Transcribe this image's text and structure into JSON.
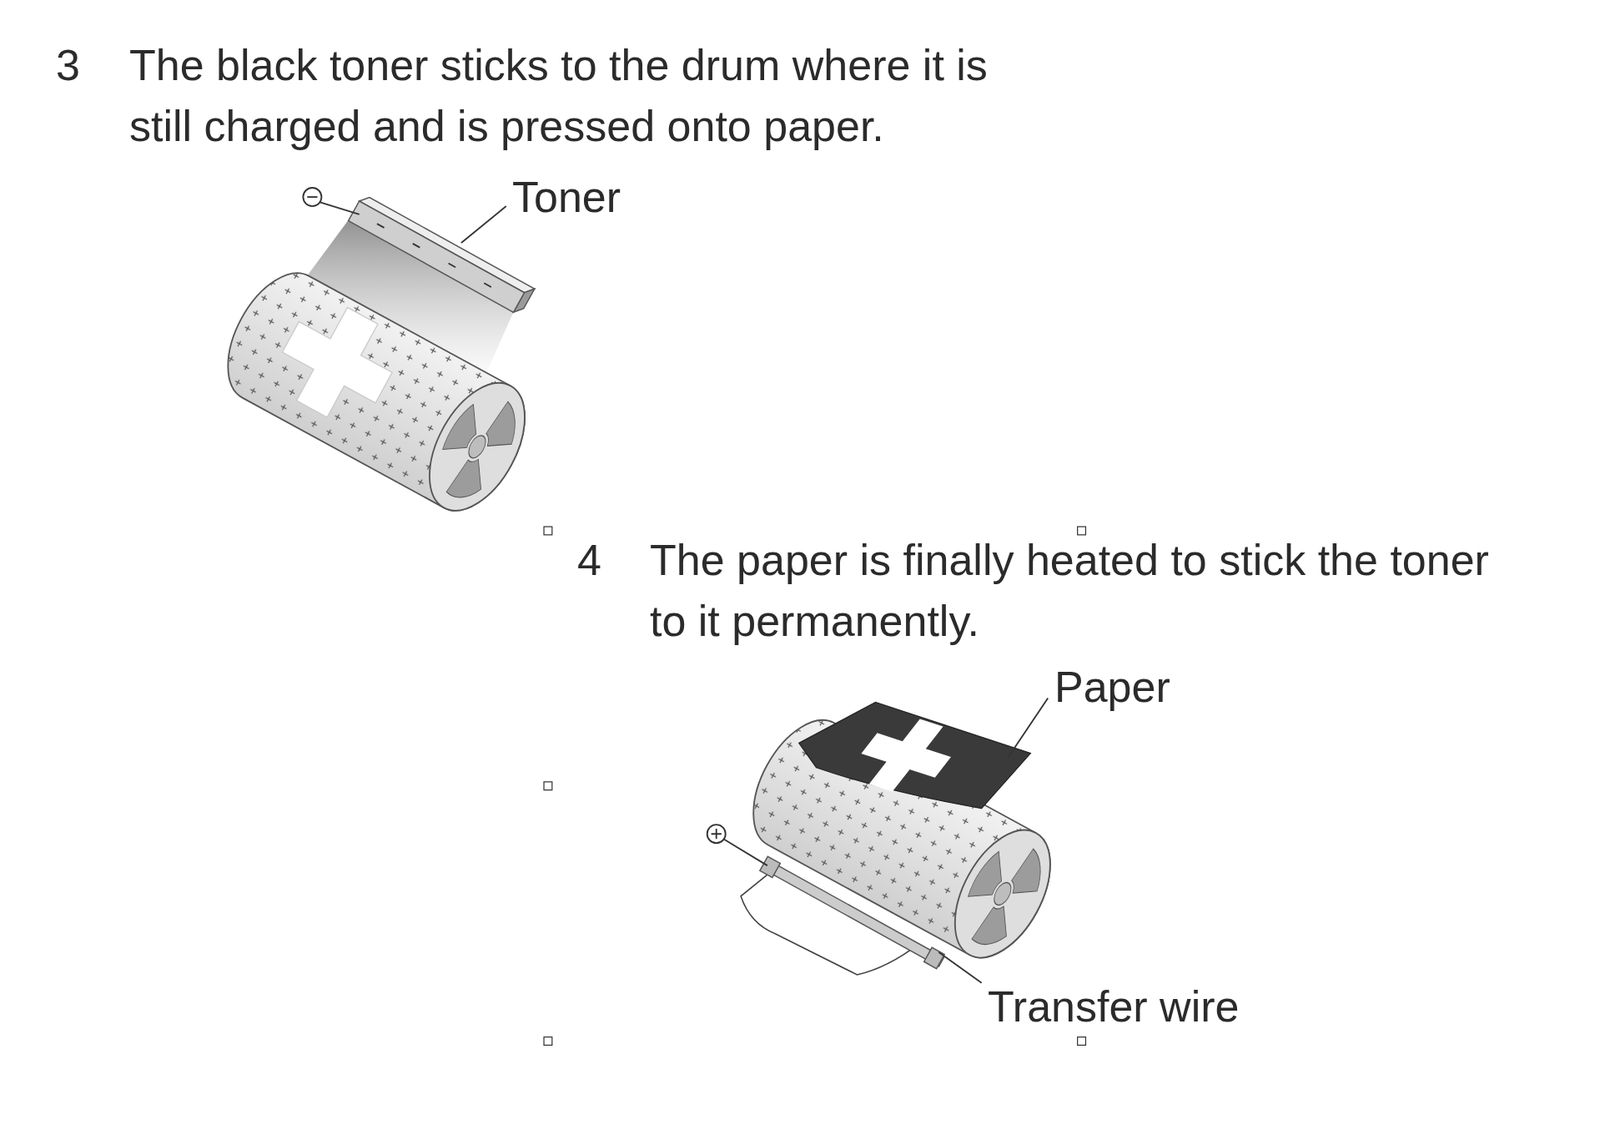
{
  "diagram": {
    "labels": [
      "3",
      "The black toner sticks to the drum where it is still charged and is pressed onto paper.",
      "Toner",
      "4",
      "The paper is finally heated to stick the toner to it permanently.",
      "Paper",
      "Transfer wire"
    ]
  }
}
